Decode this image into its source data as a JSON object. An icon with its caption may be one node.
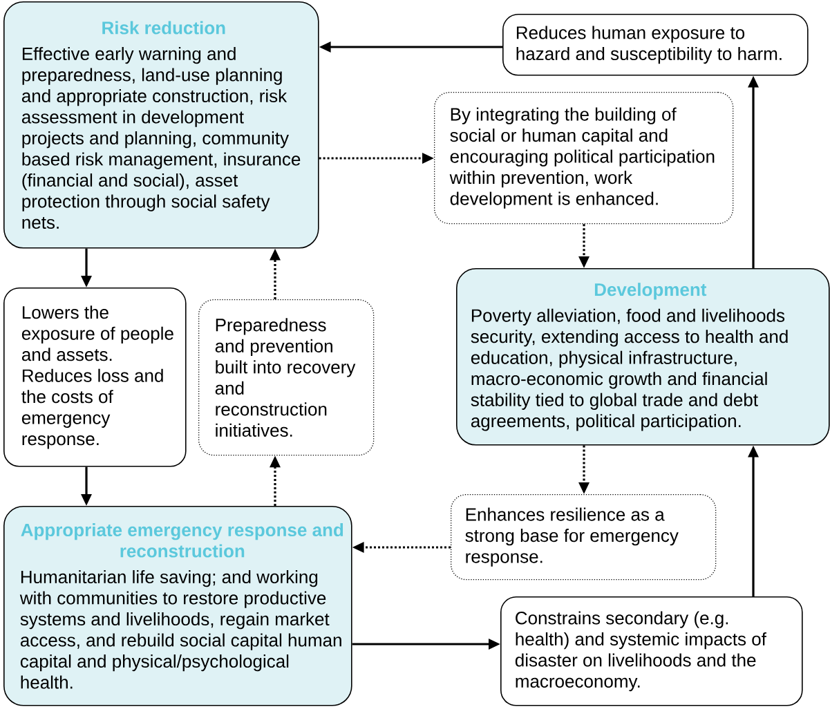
{
  "diagram": {
    "nodes": [
      {
        "text": [
          "Risk reduction",
          "Effective early warning and preparedness, land-use planning and appropriate construction, risk assessment in development projects and planning, community based risk management, insurance (financial and social), asset protection through social safety nets."
        ]
      },
      {
        "text": [
          "Reduces human exposure to hazard and susceptibility to harm."
        ]
      },
      {
        "text": [
          "By integrating the building of social or human capital and encouraging political participation within prevention, work development is enhanced."
        ]
      },
      {
        "text": [
          "Development",
          "Poverty alleviation, food and livelihoods security, extending access to health and education, physical infrastructure, macro-economic growth and financial stability tied to global trade and debt agreements, political participation."
        ]
      },
      {
        "text": [
          "Lowers the exposure of people and assets. Reduces loss and the costs of emergency response."
        ]
      },
      {
        "text": [
          "Preparedness and prevention built into recovery and reconstruction initiatives."
        ]
      },
      {
        "text": [
          "Enhances resilience as a strong base for emergency response."
        ]
      },
      {
        "text": [
          "Appropriate emergency response and reconstruction",
          "Humanitarian life saving; and working with communities to restore productive systems and livelihoods, regain market access, and rebuild social capital human capital and physical/psychological health."
        ]
      },
      {
        "text": [
          "Constrains secondary (e.g. health) and systemic impacts of disaster on livelihoods and the macroeconomy."
        ]
      }
    ],
    "edges": [
      {
        "from": 1,
        "to": 0,
        "arrow": "to"
      },
      {
        "from": 0,
        "to": 2,
        "arrow": "to",
        "style": "dashed"
      },
      {
        "from": 2,
        "to": 3,
        "arrow": "to",
        "style": "dashed"
      },
      {
        "from": 3,
        "to": 1,
        "arrow": "to"
      },
      {
        "from": 0,
        "to": 4,
        "arrow": "to"
      },
      {
        "from": 4,
        "to": 7,
        "arrow": "to"
      },
      {
        "from": 5,
        "to": 0,
        "arrow": "to",
        "style": "dashed"
      },
      {
        "from": 7,
        "to": 5,
        "arrow": "to",
        "style": "dashed"
      },
      {
        "from": 3,
        "to": 6,
        "arrow": "to",
        "style": "dashed"
      },
      {
        "from": 6,
        "to": 7,
        "arrow": "to",
        "style": "dashed"
      },
      {
        "from": 7,
        "to": 8,
        "arrow": "to"
      },
      {
        "from": 8,
        "to": 3,
        "arrow": "to"
      }
    ]
  }
}
